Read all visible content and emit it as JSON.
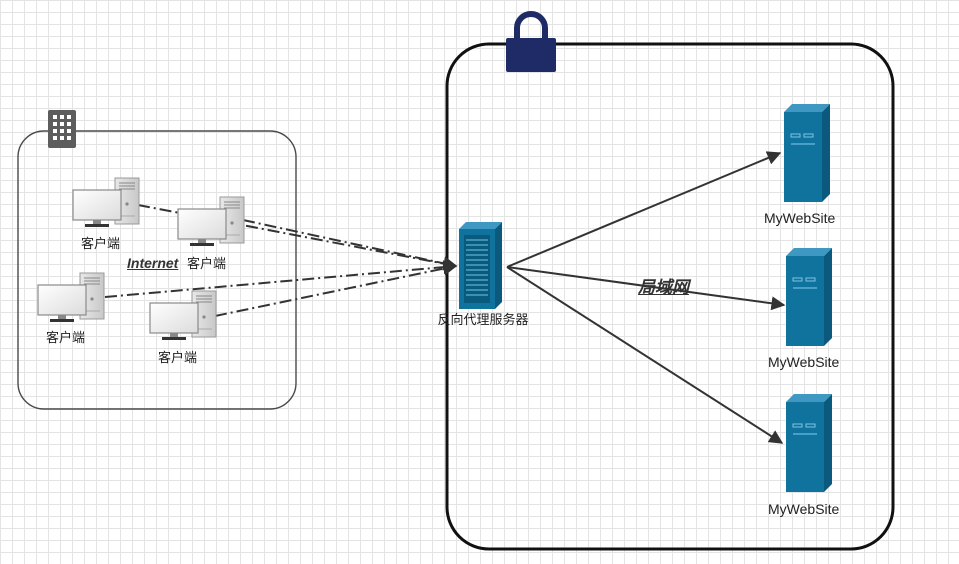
{
  "internet_group": {
    "label": "Internet",
    "clients": [
      {
        "label": "客户端"
      },
      {
        "label": "客户端"
      },
      {
        "label": "客户端"
      },
      {
        "label": "客户端"
      }
    ]
  },
  "lan_group": {
    "label": "局域网",
    "proxy": {
      "label": "反向代理服务器"
    },
    "sites": [
      {
        "label": "MyWebSite"
      },
      {
        "label": "MyWebSite"
      },
      {
        "label": "MyWebSite"
      }
    ]
  },
  "colors": {
    "server_blue": "#10739e",
    "lock_navy": "#1f2b66",
    "building_gray": "#5d5d5d",
    "connector": "#333333"
  },
  "icons": {
    "internet_badge": "building-icon",
    "lan_badge": "lock-icon",
    "client": "desktop-computer-icon",
    "proxy": "rack-server-icon",
    "site": "tower-server-icon"
  }
}
